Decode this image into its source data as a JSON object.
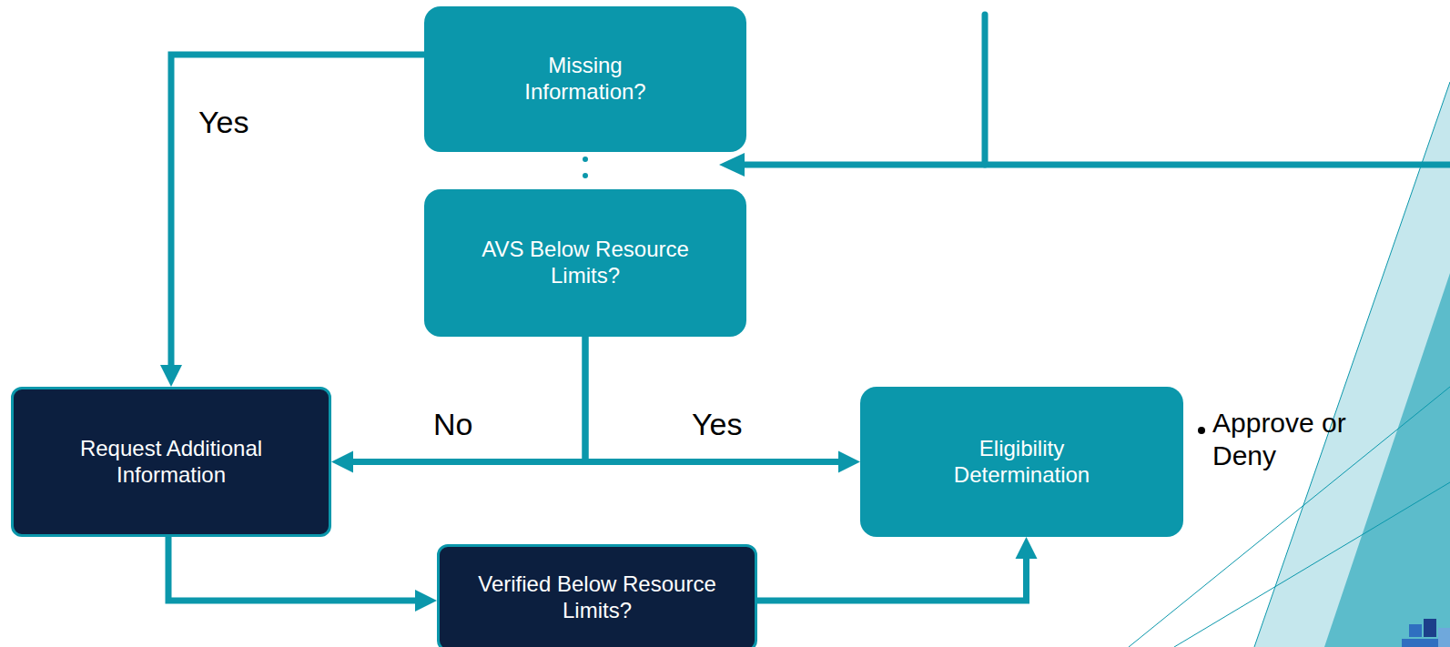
{
  "diagram": {
    "nodes": [
      {
        "text": [
          "Missing Information?"
        ]
      },
      {
        "text": [
          "AVS Below Resource Limits?"
        ]
      },
      {
        "text": [
          "Request Additional Information"
        ]
      },
      {
        "text": [
          "Eligibility Determination"
        ]
      },
      {
        "text": [
          "Verified Below Resource Limits?"
        ]
      }
    ],
    "edges": [
      {
        "from": 0,
        "to": 2,
        "label": "Yes",
        "arrow": "to"
      },
      {
        "from": 1,
        "to": 2,
        "label": "No",
        "arrow": "to"
      },
      {
        "from": 1,
        "to": 3,
        "label": "Yes",
        "arrow": "to"
      },
      {
        "from": 2,
        "to": 4,
        "arrow": "to"
      },
      {
        "from": 4,
        "to": 3,
        "arrow": "to"
      },
      {
        "from": 0,
        "to": 1,
        "arrow": "none"
      }
    ],
    "labels": [
      "Approve or Deny"
    ]
  }
}
